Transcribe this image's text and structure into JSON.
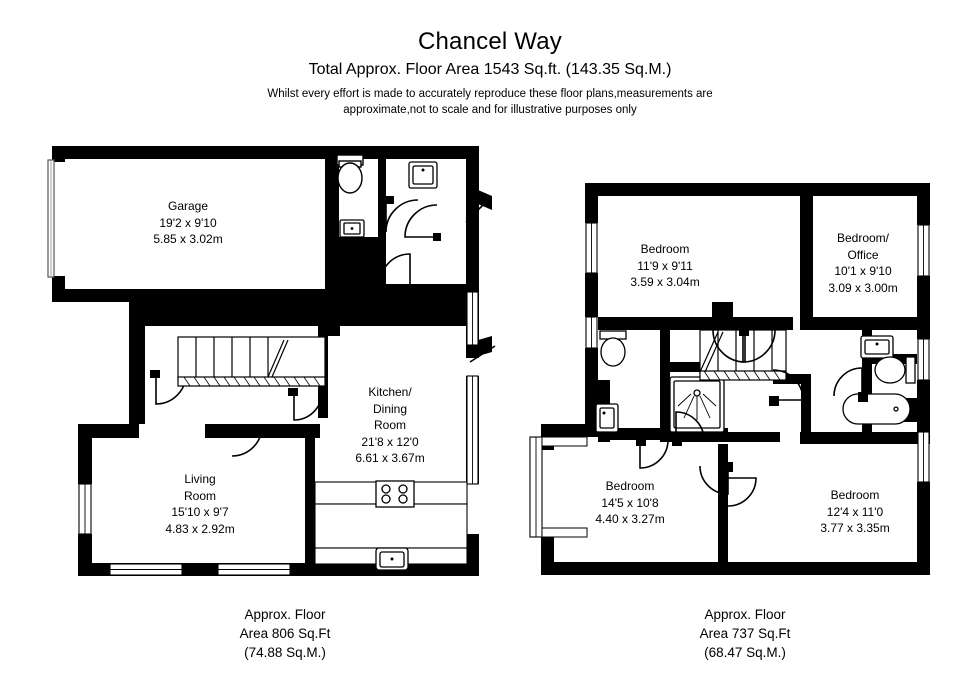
{
  "header": {
    "title": "Chancel Way",
    "subtitle": "Total Approx. Floor Area 1543 Sq.ft. (143.35 Sq.M.)",
    "disclaimer_line1": "Whilst every effort is made to accurately reproduce these floor plans,measurements are",
    "disclaimer_line2": "approximate,not to scale and for illustrative purposes only"
  },
  "colors": {
    "wall": "#000000",
    "background": "#ffffff",
    "fixture_stroke": "#000000",
    "text": "#000000"
  },
  "floors": [
    {
      "id": "ground",
      "footer_line1": "Approx. Floor",
      "footer_line2": "Area 806 Sq.Ft",
      "footer_line3": "(74.88 Sq.M.)",
      "rooms": [
        {
          "id": "garage",
          "name": "Garage",
          "dim_imperial": "19'2 x 9'10",
          "dim_metric": "5.85 x 3.02m"
        },
        {
          "id": "kitchen-dining",
          "name_line1": "Kitchen/",
          "name_line2": "Dining",
          "name_line3": "Room",
          "dim_imperial": "21'8 x 12'0",
          "dim_metric": "6.61 x 3.67m"
        },
        {
          "id": "living-room",
          "name_line1": "Living",
          "name_line2": "Room",
          "dim_imperial": "15'10 x 9'7",
          "dim_metric": "4.83 x 2.92m"
        }
      ],
      "fixtures": [
        "wc-toilet",
        "wc-basin",
        "utility-sink",
        "kitchen-hob",
        "kitchen-sink",
        "staircase-up"
      ]
    },
    {
      "id": "first",
      "footer_line1": "Approx. Floor",
      "footer_line2": "Area 737 Sq.Ft",
      "footer_line3": "(68.47 Sq.M.)",
      "rooms": [
        {
          "id": "bedroom-1",
          "name": "Bedroom",
          "dim_imperial": "11'9 x 9'11",
          "dim_metric": "3.59 x 3.04m"
        },
        {
          "id": "bedroom-office",
          "name_line1": "Bedroom/",
          "name_line2": "Office",
          "dim_imperial": "10'1 x 9'10",
          "dim_metric": "3.09 x 3.00m"
        },
        {
          "id": "bedroom-2",
          "name": "Bedroom",
          "dim_imperial": "14'5 x 10'8",
          "dim_metric": "4.40 x 3.27m"
        },
        {
          "id": "bedroom-3",
          "name": "Bedroom",
          "dim_imperial": "12'4 x 11'0",
          "dim_metric": "3.77 x 3.35m"
        }
      ],
      "fixtures": [
        "ensuite-toilet",
        "ensuite-basin",
        "shower-tray",
        "bathroom-basin",
        "bathroom-toilet",
        "bathtub",
        "staircase-down"
      ]
    }
  ]
}
